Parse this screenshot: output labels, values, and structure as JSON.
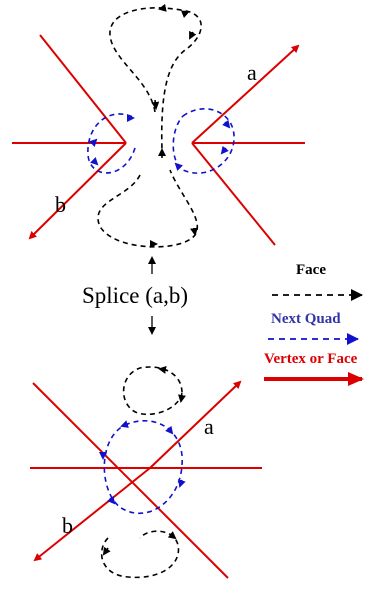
{
  "labels": {
    "a_top": "a",
    "b_top": "b",
    "splice": "Splice (a,b)",
    "a_bottom": "a",
    "b_bottom": "b"
  },
  "legend": {
    "face": "Face",
    "next_quad": "Next Quad",
    "vertex_or_face": "Vertex or Face"
  },
  "colors": {
    "edge": "#dd0000",
    "face_path": "#000000",
    "next_quad": "#1111cc",
    "next_quad_text": "#3333aa",
    "vertex_text": "#dd0000"
  }
}
